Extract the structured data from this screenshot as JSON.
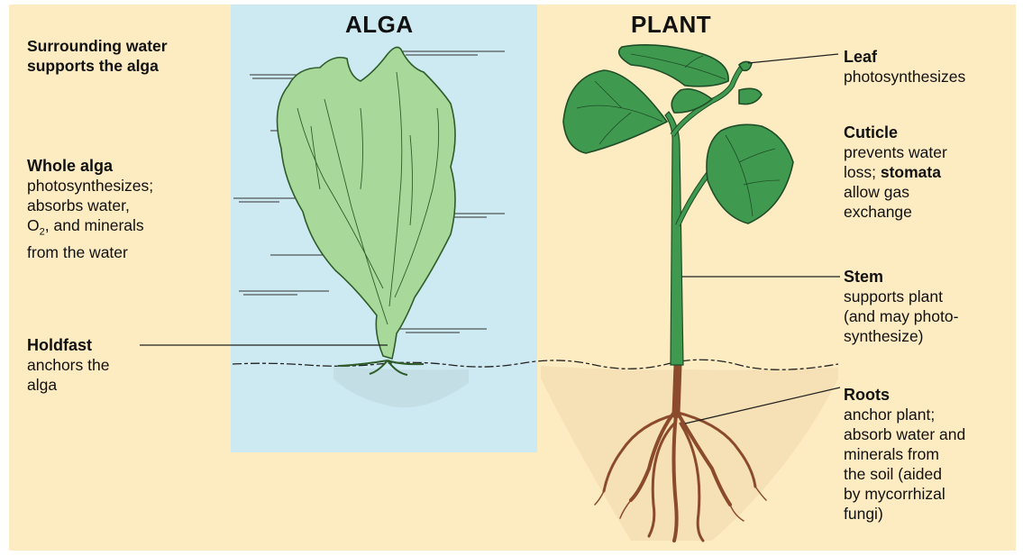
{
  "titles": {
    "alga": "ALGA",
    "plant": "PLANT"
  },
  "alga_labels": {
    "surrounding": [
      "Surrounding water",
      "supports the alga"
    ],
    "whole": {
      "heading": "Whole alga",
      "lines": [
        "photosynthesizes;",
        "absorbs water,"
      ],
      "o2": "O",
      "o2_sub": "2",
      "o2_rest": ", and minerals",
      "last": "from the water"
    },
    "holdfast": {
      "heading": "Holdfast",
      "lines": [
        "anchors the",
        "alga"
      ]
    }
  },
  "plant_labels": {
    "leaf": {
      "heading": "Leaf",
      "lines": [
        "photosynthesizes"
      ]
    },
    "cuticle": {
      "heading": "Cuticle",
      "line1": "prevents water",
      "line2_pre": "loss; ",
      "line2_bold": "stomata",
      "line3": "allow gas",
      "line4": "exchange"
    },
    "stem": {
      "heading": "Stem",
      "lines": [
        "supports plant",
        "(and may photo-",
        "synthesize)"
      ]
    },
    "roots": {
      "heading": "Roots",
      "lines": [
        "anchor plant;",
        "absorb water and",
        "minerals from",
        "the soil (aided",
        "by mycorrhizal",
        "fungi)"
      ]
    }
  },
  "colors": {
    "background": "#fdebc2",
    "water": "#cde9f1",
    "alga_fill": "#a9d99a",
    "leaf_fill": "#3f9a4f",
    "root_color": "#8b4a2b"
  }
}
